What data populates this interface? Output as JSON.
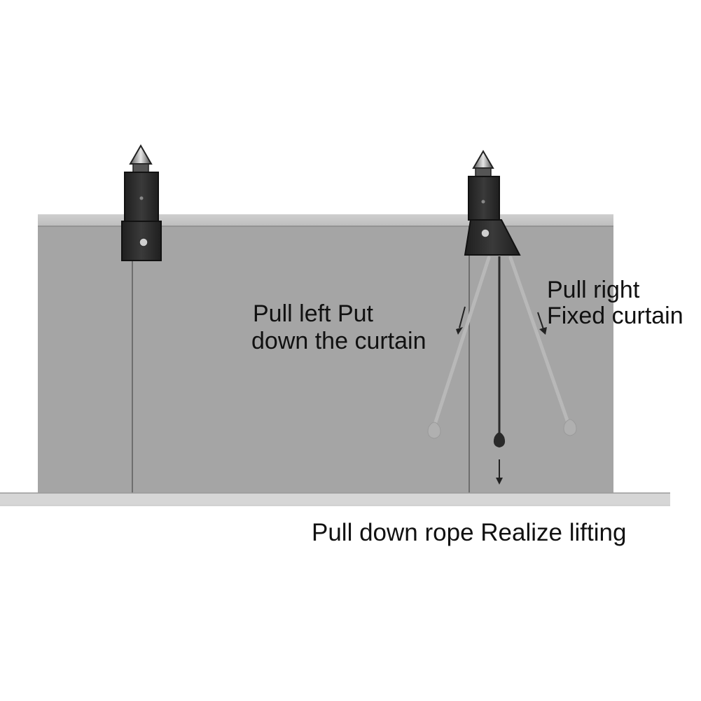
{
  "labels": {
    "pull_left_line1": "Pull left Put",
    "pull_left_line2": "down the curtain",
    "pull_right_line1": "Pull right",
    "pull_right_line2": "Fixed curtain",
    "pull_down": "Pull down rope Realize lifting"
  },
  "colors": {
    "background": "#ffffff",
    "panel": "#a3a3a3",
    "panel_top": "#c4c4c4",
    "rail": "#d4d4d4",
    "bracket": "#2b2b2b",
    "rope_faded": "#b8b8b8",
    "rope_center": "#3a3a3a",
    "text": "#111111"
  },
  "icons": {
    "left_bracket": "bracket-icon",
    "right_bracket": "bracket-icon",
    "left_rope_arrow": "arrow-down-left-icon",
    "right_rope_arrow": "arrow-down-right-icon",
    "center_rope_arrow": "arrow-down-icon"
  }
}
